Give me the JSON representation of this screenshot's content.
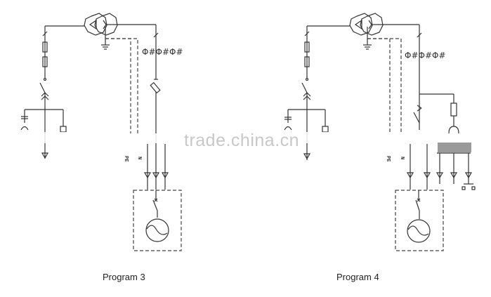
{
  "diagrams": [
    {
      "id": "program-3",
      "caption": "Program 3",
      "labels": {
        "pe": "PE",
        "n": "N"
      },
      "meter_symbol": "Φ#Φ#Φ#"
    },
    {
      "id": "program-4",
      "caption": "Program 4",
      "labels": {
        "pe": "PE",
        "n": "N"
      },
      "meter_symbol": "Φ#Φ#Φ#"
    }
  ],
  "watermark": "trade.china.cn",
  "colors": {
    "line": "#333333",
    "background": "#ffffff",
    "watermark": "#c8c8c8"
  }
}
